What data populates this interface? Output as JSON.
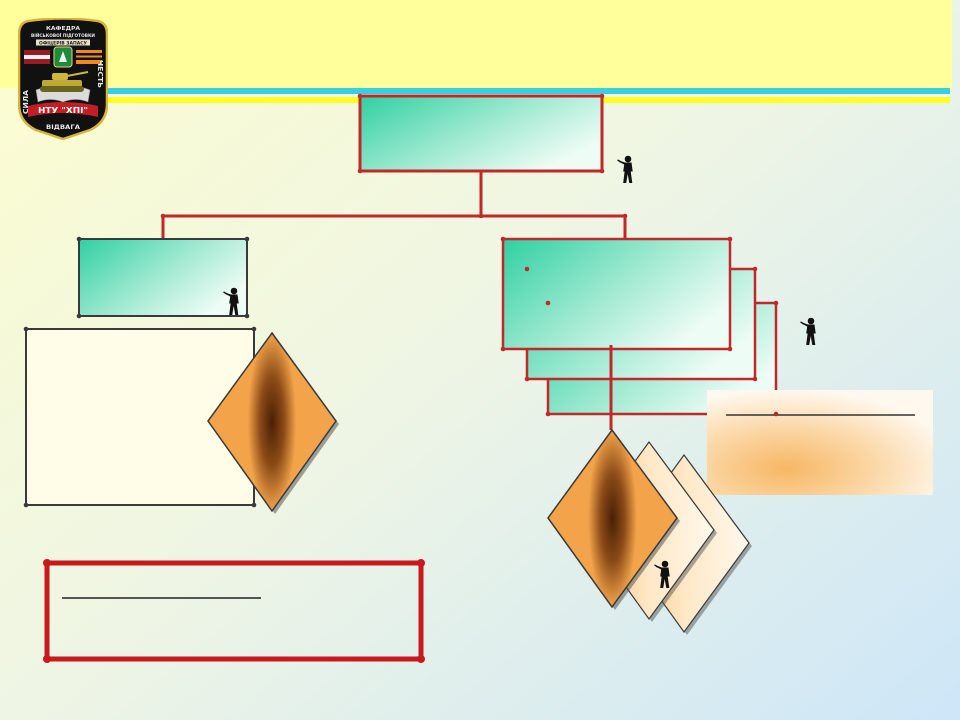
{
  "logo": {
    "line1": "КАФЕДРА",
    "line2": "ВІЙСЬКОВОЇ ПІДГОТОВКИ",
    "line3": "ОФІЦЕРІВ ЗАПАСУ",
    "left": "СИЛА",
    "right": "ЧЕСТЬ",
    "banner": "НТУ \"ХПІ\"",
    "bottom": "ВІДВАГА"
  },
  "colors": {
    "top_band": "#ffff9c",
    "cyan_stripe": "#38cfe2",
    "yellow_stripe": "#ffff22",
    "connector_red": "#c0282a",
    "box_teal": "#36cfa4",
    "diamond_brown": "#5a2c0a",
    "diamond_orange": "#f4a547",
    "cream_box": "#fffde8"
  },
  "icons": {
    "soldier": "soldier-icon",
    "logo": "department-emblem-icon"
  }
}
